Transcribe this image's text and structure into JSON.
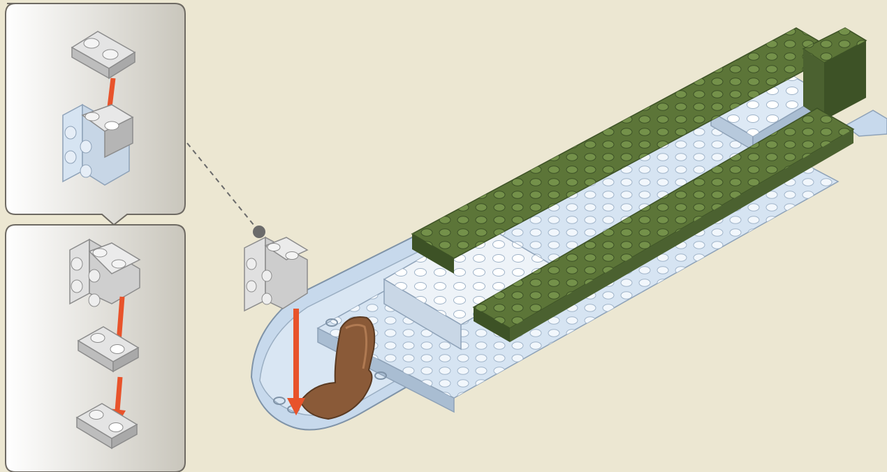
{
  "page": {
    "background": "#ece7d2"
  },
  "callouts": [
    {
      "name": "sub-assembly-step-top",
      "arrows": 1
    },
    {
      "name": "sub-assembly-step-bottom",
      "arrows": 2
    }
  ],
  "colors": {
    "callout_fill_light": "#ffffff",
    "callout_fill_dark": "#c9c6bc",
    "callout_border": "#6e6a63",
    "arrow": "#e8532b",
    "dashed_leader": "#6b6b6b",
    "light_gray_brick": "#d9d9d9",
    "light_gray_brick_dark": "#a9a9a9",
    "light_blue_brick": "#d6e4f2",
    "light_blue_brick_dark": "#a9bdd2",
    "dark_green_plate": "#5c7538",
    "dark_green_plate_dark": "#3d5226",
    "seat_brown": "#8a5a38",
    "hull_blue": "#c7d9ec"
  },
  "icons": [
    "lego-plate-icon",
    "lego-bracket-icon",
    "arrow-down-icon",
    "seat-icon",
    "boat-hull-icon"
  ]
}
